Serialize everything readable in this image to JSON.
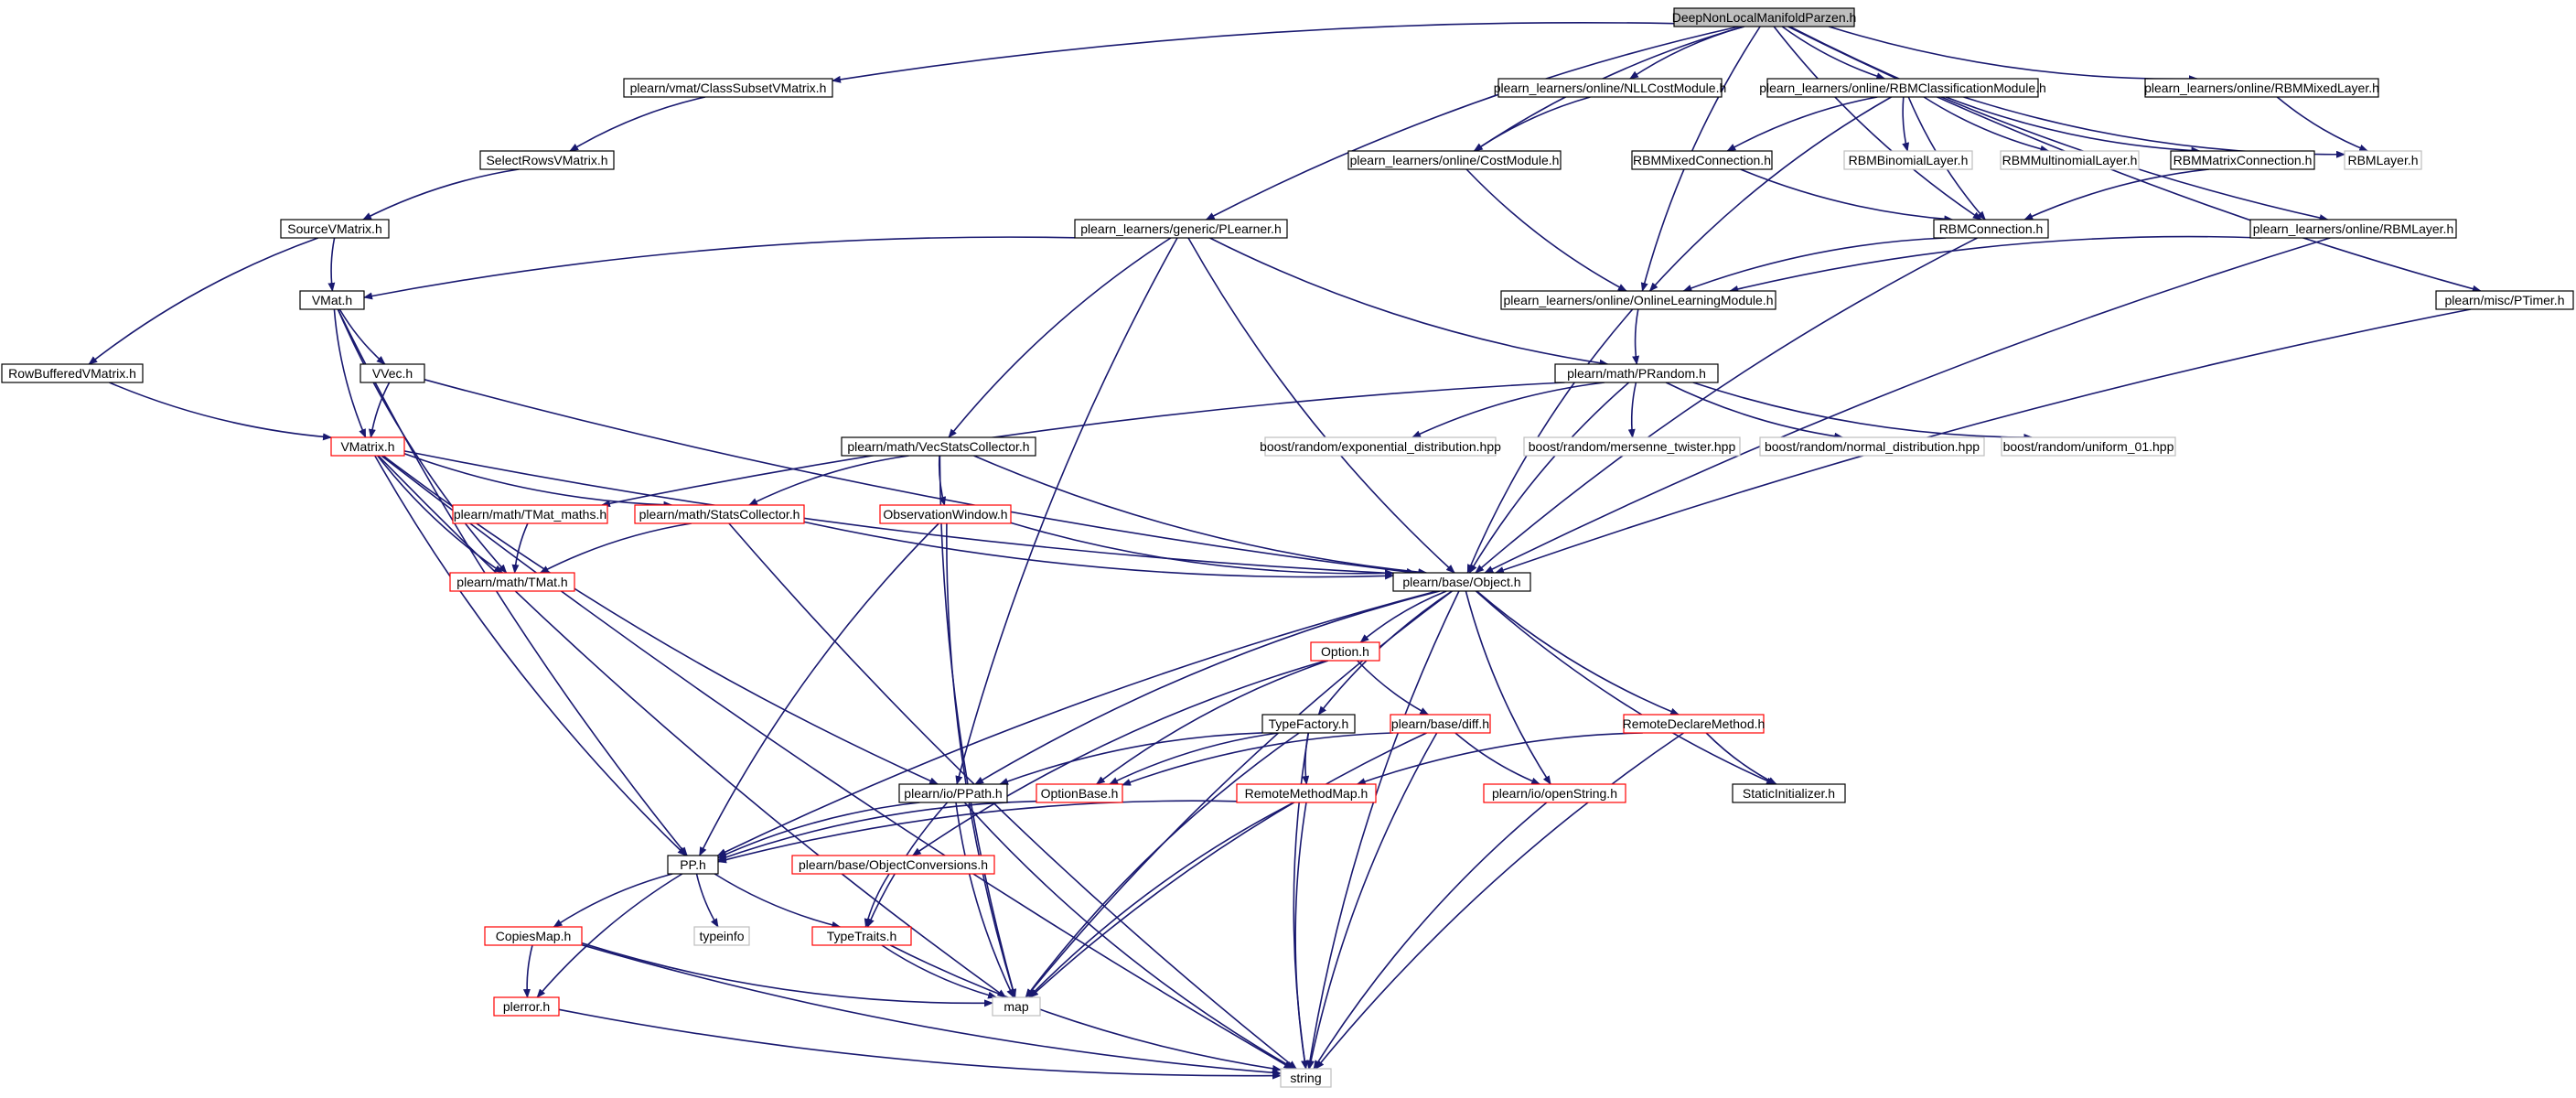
{
  "colors": {
    "edge": "#191970",
    "normal_border": "#000000",
    "missing_border": "#ff0000",
    "external_border": "#bfbfbf",
    "root_fill": "#bfbfbf",
    "fill": "#ffffff"
  },
  "nodes": [
    {
      "id": "root",
      "label": "DeepNonLocalManifoldParzen.h",
      "kind": "root"
    },
    {
      "id": "classsubset",
      "label": "plearn/vmat/ClassSubsetVMatrix.h",
      "kind": "normal"
    },
    {
      "id": "generic_plearner",
      "label": "plearn_learners/generic/PLearner.h",
      "kind": "normal"
    },
    {
      "id": "nllcost",
      "label": "plearn_learners/online/NLLCostModule.h",
      "kind": "normal"
    },
    {
      "id": "rbmclass",
      "label": "plearn_learners/online/RBMClassificationModule.h",
      "kind": "normal"
    },
    {
      "id": "rbmmixedlayer",
      "label": "plearn_learners/online/RBMMixedLayer.h",
      "kind": "normal"
    },
    {
      "id": "selectrows",
      "label": "SelectRowsVMatrix.h",
      "kind": "normal"
    },
    {
      "id": "costmodule",
      "label": "plearn_learners/online/CostModule.h",
      "kind": "normal"
    },
    {
      "id": "rbmmixedconn",
      "label": "RBMMixedConnection.h",
      "kind": "normal"
    },
    {
      "id": "rbmbinomial",
      "label": "RBMBinomialLayer.h",
      "kind": "external"
    },
    {
      "id": "rbmmultinomial",
      "label": "RBMMultinomialLayer.h",
      "kind": "external"
    },
    {
      "id": "rbmmatrixconn",
      "label": "RBMMatrixConnection.h",
      "kind": "normal"
    },
    {
      "id": "rbmlayer_short",
      "label": "RBMLayer.h",
      "kind": "external"
    },
    {
      "id": "sourcevmatrix",
      "label": "SourceVMatrix.h",
      "kind": "normal"
    },
    {
      "id": "rbmconnection",
      "label": "RBMConnection.h",
      "kind": "normal"
    },
    {
      "id": "online_rbmlayer",
      "label": "plearn_learners/online/RBMLayer.h",
      "kind": "normal"
    },
    {
      "id": "vmat",
      "label": "VMat.h",
      "kind": "normal"
    },
    {
      "id": "onlinelearning",
      "label": "plearn_learners/online/OnlineLearningModule.h",
      "kind": "normal"
    },
    {
      "id": "ptimer",
      "label": "plearn/misc/PTimer.h",
      "kind": "normal"
    },
    {
      "id": "rowbuffered",
      "label": "RowBufferedVMatrix.h",
      "kind": "normal"
    },
    {
      "id": "vvec",
      "label": "VVec.h",
      "kind": "normal"
    },
    {
      "id": "prandom",
      "label": "plearn/math/PRandom.h",
      "kind": "normal"
    },
    {
      "id": "vmatrix",
      "label": "VMatrix.h",
      "kind": "missing"
    },
    {
      "id": "vecstats",
      "label": "plearn/math/VecStatsCollector.h",
      "kind": "normal"
    },
    {
      "id": "boost_exp",
      "label": "boost/random/exponential_distribution.hpp",
      "kind": "external"
    },
    {
      "id": "boost_mt",
      "label": "boost/random/mersenne_twister.hpp",
      "kind": "external"
    },
    {
      "id": "boost_normal",
      "label": "boost/random/normal_distribution.hpp",
      "kind": "external"
    },
    {
      "id": "boost_uniform",
      "label": "boost/random/uniform_01.hpp",
      "kind": "external"
    },
    {
      "id": "tmat_maths",
      "label": "plearn/math/TMat_maths.h",
      "kind": "missing"
    },
    {
      "id": "statscollector",
      "label": "plearn/math/StatsCollector.h",
      "kind": "missing"
    },
    {
      "id": "obswindow",
      "label": "ObservationWindow.h",
      "kind": "missing"
    },
    {
      "id": "tmat",
      "label": "plearn/math/TMat.h",
      "kind": "missing"
    },
    {
      "id": "object",
      "label": "plearn/base/Object.h",
      "kind": "normal"
    },
    {
      "id": "option",
      "label": "Option.h",
      "kind": "missing"
    },
    {
      "id": "typefactory",
      "label": "TypeFactory.h",
      "kind": "normal"
    },
    {
      "id": "diff",
      "label": "plearn/base/diff.h",
      "kind": "missing"
    },
    {
      "id": "remotedeclare",
      "label": "RemoteDeclareMethod.h",
      "kind": "missing"
    },
    {
      "id": "ppath",
      "label": "plearn/io/PPath.h",
      "kind": "normal"
    },
    {
      "id": "optionbase",
      "label": "OptionBase.h",
      "kind": "missing"
    },
    {
      "id": "remotemethodmap",
      "label": "RemoteMethodMap.h",
      "kind": "missing"
    },
    {
      "id": "openstring",
      "label": "plearn/io/openString.h",
      "kind": "missing"
    },
    {
      "id": "staticinit",
      "label": "StaticInitializer.h",
      "kind": "normal"
    },
    {
      "id": "pp",
      "label": "PP.h",
      "kind": "normal"
    },
    {
      "id": "objconv",
      "label": "plearn/base/ObjectConversions.h",
      "kind": "missing"
    },
    {
      "id": "copiesmap",
      "label": "CopiesMap.h",
      "kind": "missing"
    },
    {
      "id": "typeinfo",
      "label": "typeinfo",
      "kind": "external"
    },
    {
      "id": "typetraits",
      "label": "TypeTraits.h",
      "kind": "missing"
    },
    {
      "id": "plerror",
      "label": "plerror.h",
      "kind": "missing"
    },
    {
      "id": "map",
      "label": "map",
      "kind": "external"
    },
    {
      "id": "string",
      "label": "string",
      "kind": "external"
    }
  ],
  "edges": [
    [
      "root",
      "classsubset"
    ],
    [
      "root",
      "generic_plearner"
    ],
    [
      "root",
      "nllcost"
    ],
    [
      "root",
      "rbmclass"
    ],
    [
      "root",
      "rbmmixedlayer"
    ],
    [
      "root",
      "costmodule"
    ],
    [
      "root",
      "onlinelearning"
    ],
    [
      "root",
      "rbmconnection"
    ],
    [
      "root",
      "online_rbmlayer"
    ],
    [
      "root",
      "ptimer"
    ],
    [
      "classsubset",
      "selectrows"
    ],
    [
      "selectrows",
      "sourcevmatrix"
    ],
    [
      "sourcevmatrix",
      "vmat"
    ],
    [
      "sourcevmatrix",
      "rowbuffered"
    ],
    [
      "rowbuffered",
      "vmatrix"
    ],
    [
      "nllcost",
      "costmodule"
    ],
    [
      "costmodule",
      "onlinelearning"
    ],
    [
      "rbmclass",
      "rbmmixedconn"
    ],
    [
      "rbmclass",
      "rbmbinomial"
    ],
    [
      "rbmclass",
      "rbmmultinomial"
    ],
    [
      "rbmclass",
      "rbmmatrixconn"
    ],
    [
      "rbmclass",
      "rbmlayer_short"
    ],
    [
      "rbmclass",
      "rbmconnection"
    ],
    [
      "rbmclass",
      "onlinelearning"
    ],
    [
      "rbmmixedlayer",
      "rbmlayer_short"
    ],
    [
      "rbmmixedconn",
      "rbmconnection"
    ],
    [
      "rbmmatrixconn",
      "rbmconnection"
    ],
    [
      "rbmconnection",
      "onlinelearning"
    ],
    [
      "rbmconnection",
      "object"
    ],
    [
      "online_rbmlayer",
      "onlinelearning"
    ],
    [
      "online_rbmlayer",
      "object"
    ],
    [
      "generic_plearner",
      "vmat"
    ],
    [
      "generic_plearner",
      "vecstats"
    ],
    [
      "generic_plearner",
      "ppath"
    ],
    [
      "generic_plearner",
      "object"
    ],
    [
      "generic_plearner",
      "prandom"
    ],
    [
      "onlinelearning",
      "prandom"
    ],
    [
      "onlinelearning",
      "object"
    ],
    [
      "ptimer",
      "object"
    ],
    [
      "vmat",
      "vvec"
    ],
    [
      "vmat",
      "vmatrix"
    ],
    [
      "vmat",
      "tmat"
    ],
    [
      "vmat",
      "pp"
    ],
    [
      "vvec",
      "vmatrix"
    ],
    [
      "vvec",
      "object"
    ],
    [
      "prandom",
      "tmat_maths"
    ],
    [
      "prandom",
      "boost_exp"
    ],
    [
      "prandom",
      "boost_mt"
    ],
    [
      "prandom",
      "boost_normal"
    ],
    [
      "prandom",
      "boost_uniform"
    ],
    [
      "prandom",
      "object"
    ],
    [
      "vmatrix",
      "statscollector"
    ],
    [
      "vmatrix",
      "tmat"
    ],
    [
      "vmatrix",
      "object"
    ],
    [
      "vmatrix",
      "ppath"
    ],
    [
      "vmatrix",
      "pp"
    ],
    [
      "vmatrix",
      "map"
    ],
    [
      "vmatrix",
      "string"
    ],
    [
      "vecstats",
      "statscollector"
    ],
    [
      "vecstats",
      "obswindow"
    ],
    [
      "vecstats",
      "object"
    ],
    [
      "vecstats",
      "map"
    ],
    [
      "tmat_maths",
      "tmat"
    ],
    [
      "statscollector",
      "tmat"
    ],
    [
      "statscollector",
      "object"
    ],
    [
      "statscollector",
      "string"
    ],
    [
      "obswindow",
      "object"
    ],
    [
      "obswindow",
      "pp"
    ],
    [
      "obswindow",
      "map"
    ],
    [
      "object",
      "pp"
    ],
    [
      "object",
      "ppath"
    ],
    [
      "object",
      "option"
    ],
    [
      "object",
      "typefactory"
    ],
    [
      "object",
      "openstring"
    ],
    [
      "object",
      "remotedeclare"
    ],
    [
      "object",
      "staticinit"
    ],
    [
      "object",
      "map"
    ],
    [
      "object",
      "string"
    ],
    [
      "option",
      "optionbase"
    ],
    [
      "option",
      "objconv"
    ],
    [
      "option",
      "diff"
    ],
    [
      "typefactory",
      "ppath"
    ],
    [
      "typefactory",
      "optionbase"
    ],
    [
      "typefactory",
      "remotemethodmap"
    ],
    [
      "typefactory",
      "map"
    ],
    [
      "typefactory",
      "string"
    ],
    [
      "diff",
      "optionbase"
    ],
    [
      "diff",
      "openstring"
    ],
    [
      "diff",
      "map"
    ],
    [
      "diff",
      "string"
    ],
    [
      "remotedeclare",
      "remotemethodmap"
    ],
    [
      "remotedeclare",
      "staticinit"
    ],
    [
      "remotedeclare",
      "string"
    ],
    [
      "ppath",
      "pp"
    ],
    [
      "ppath",
      "typetraits"
    ],
    [
      "ppath",
      "map"
    ],
    [
      "ppath",
      "string"
    ],
    [
      "optionbase",
      "pp"
    ],
    [
      "remotemethodmap",
      "pp"
    ],
    [
      "remotemethodmap",
      "map"
    ],
    [
      "remotemethodmap",
      "string"
    ],
    [
      "openstring",
      "string"
    ],
    [
      "objconv",
      "typetraits"
    ],
    [
      "pp",
      "copiesmap"
    ],
    [
      "pp",
      "typeinfo"
    ],
    [
      "pp",
      "typetraits"
    ],
    [
      "pp",
      "plerror"
    ],
    [
      "copiesmap",
      "plerror"
    ],
    [
      "copiesmap",
      "map"
    ],
    [
      "copiesmap",
      "string"
    ],
    [
      "typetraits",
      "map"
    ],
    [
      "typetraits",
      "string"
    ],
    [
      "plerror",
      "string"
    ]
  ]
}
